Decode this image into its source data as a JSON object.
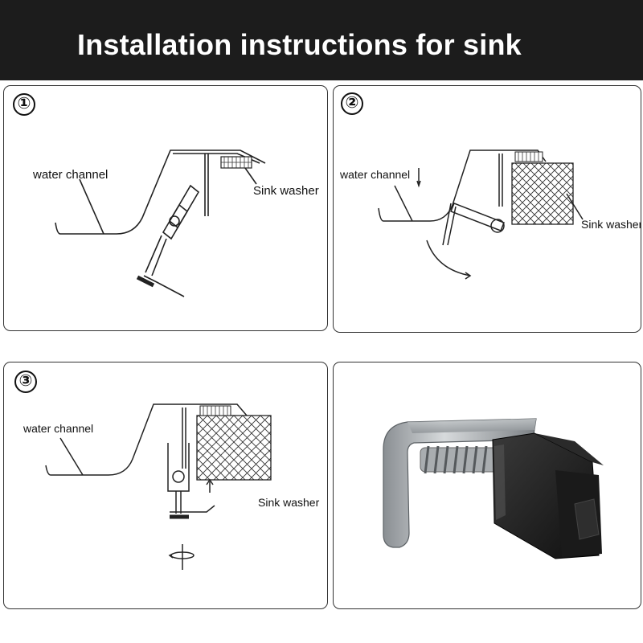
{
  "header": {
    "title": "Installation instructions for sink"
  },
  "steps": [
    {
      "number": "①",
      "water_channel_label": "water channel",
      "sink_washer_label": "Sink washer"
    },
    {
      "number": "②",
      "water_channel_label": "water channel",
      "sink_washer_label": "Sink washer"
    },
    {
      "number": "③",
      "water_channel_label": "water channel",
      "sink_washer_label": "Sink washer"
    }
  ],
  "product_photo": {
    "icon": "sink-clip-photo"
  },
  "colors": {
    "header_bg": "#1c1c1c",
    "header_text": "#ffffff",
    "line": "#222222"
  }
}
